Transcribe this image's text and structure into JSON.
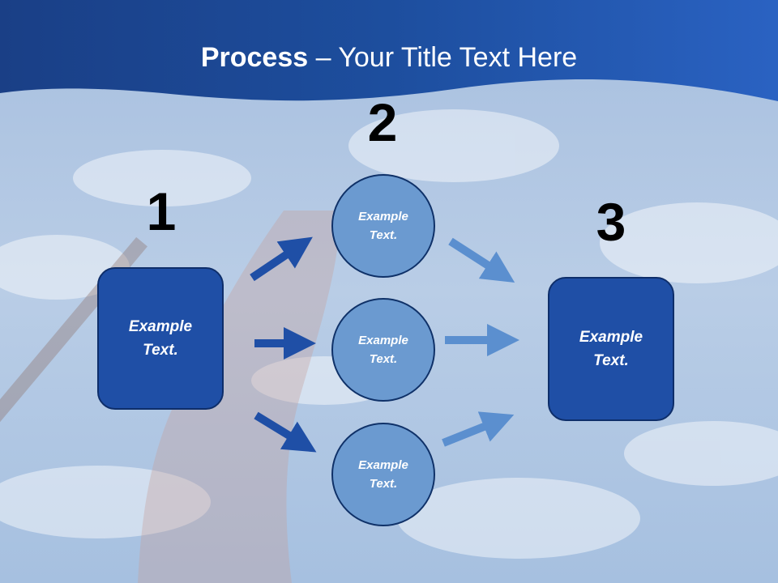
{
  "slide": {
    "title_bold": "Process",
    "title_rest": " – Your Title Text Here",
    "steps": [
      "1",
      "2",
      "3"
    ],
    "left_box": "Example Text.",
    "right_box": "Example Text.",
    "circles": [
      "Example Text.",
      "Example Text.",
      "Example Text."
    ]
  },
  "colors": {
    "header_blue": "#1b4ea3",
    "box_fill": "#1f4fa6",
    "circle_fill": "#6b9ad0",
    "arrow_dark": "#1f4fa6",
    "arrow_light": "#5b8fcf"
  }
}
